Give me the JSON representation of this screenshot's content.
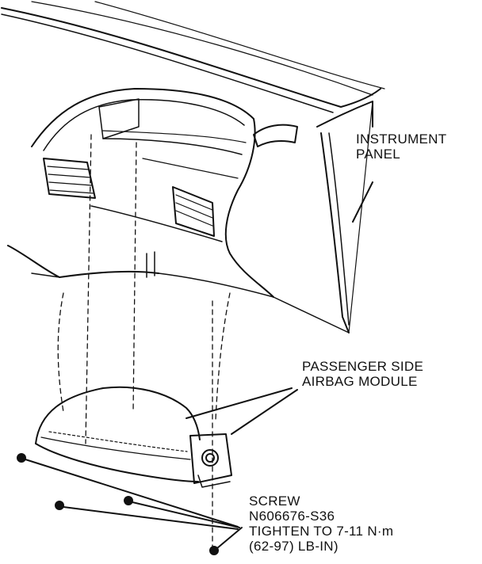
{
  "labels": {
    "instrument_panel": {
      "line1": "INSTRUMENT",
      "line2": "PANEL"
    },
    "airbag_module": {
      "line1": "PASSENGER SIDE",
      "line2": "AIRBAG MODULE"
    },
    "screw": {
      "line1": "SCREW",
      "line2": "N606676-S36",
      "line3": "TIGHTEN TO 7-11 N·m",
      "line4": "(62-97) LB-IN)"
    }
  }
}
